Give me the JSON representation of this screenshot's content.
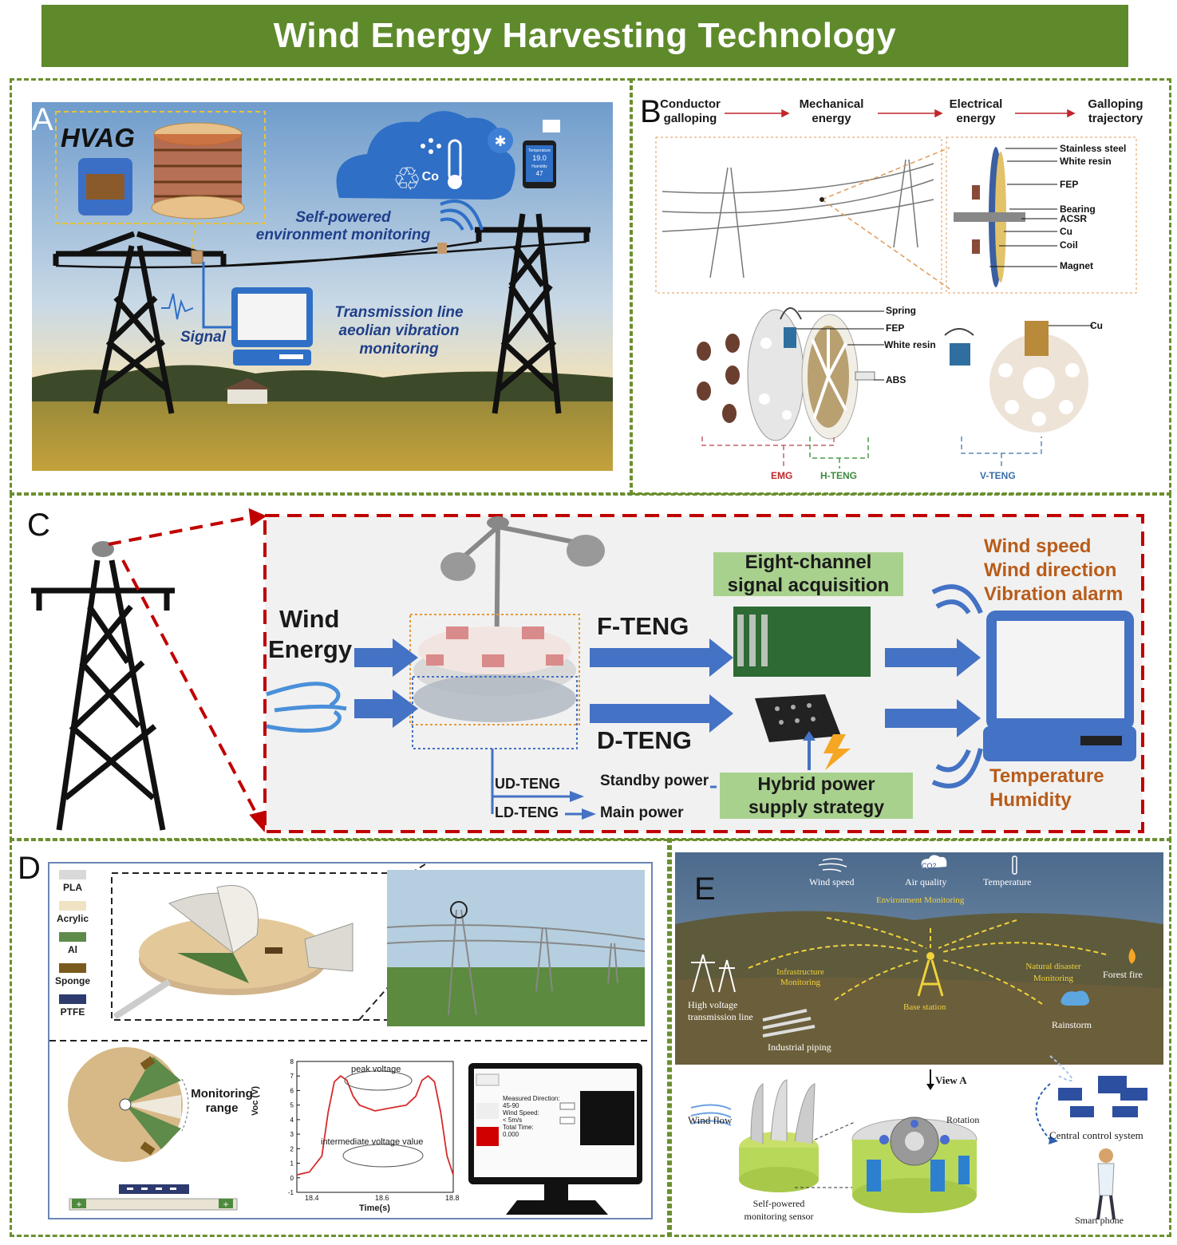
{
  "title": "Wind Energy Harvesting Technology",
  "panel_a": {
    "letter": "A",
    "hvag": "HVAG",
    "self_powered": "Self-powered",
    "environment_monitoring": "environment monitoring",
    "signal": "Signal",
    "transmission_line_1": "Transmission line",
    "transmission_line_2": "aeolian vibration",
    "transmission_line_3": "monitoring",
    "phone_line1": "Temperature",
    "phone_value": "19.0",
    "phone_line2": "Humidity",
    "phone_value2": "47",
    "co_label": "Co"
  },
  "panel_b": {
    "letter": "B",
    "flow": [
      "Conductor galloping",
      "Mechanical energy",
      "Electrical energy",
      "Galloping trajectory"
    ],
    "parts": [
      "Stainless steel",
      "White resin",
      "FEP",
      "Bearing",
      "ACSR",
      "Cu",
      "Coil",
      "Magnet"
    ],
    "lower_parts": [
      "Spring",
      "FEP",
      "White resin",
      "ABS"
    ],
    "cu": "Cu",
    "groups": [
      "EMG",
      "H-TENG",
      "V-TENG"
    ]
  },
  "panel_c": {
    "letter": "C",
    "wind": "Wind",
    "energy": "Energy",
    "f_teng": "F-TENG",
    "d_teng": "D-TENG",
    "eight_channel_1": "Eight-channel",
    "eight_channel_2": "signal acquisition",
    "outputs_top": [
      "Wind speed",
      "Wind direction",
      "Vibration alarm"
    ],
    "outputs_bottom": [
      "Temperature",
      "Humidity"
    ],
    "ud_teng": "UD-TENG",
    "standby": "Standby power",
    "ld_teng": "LD-TENG",
    "main": "Main power",
    "hybrid_1": "Hybrid power",
    "hybrid_2": "supply strategy"
  },
  "panel_d": {
    "letter": "D",
    "legend": [
      {
        "name": "PLA",
        "color": "#d9d9d9"
      },
      {
        "name": "Acrylic",
        "color": "#efe3c4"
      },
      {
        "name": "Al",
        "color": "#5e8a4a"
      },
      {
        "name": "Sponge",
        "color": "#7a5a1c"
      },
      {
        "name": "PTFE",
        "color": "#2d3a6e"
      }
    ],
    "monitoring_1": "Monitoring",
    "monitoring_2": "range",
    "peak_voltage": "peak voltage",
    "intermediate": "intermediate voltage value",
    "screen_lines": [
      "Measured Direction:",
      "45-90",
      "Wind Speed:",
      "< 5m/s",
      "Total Time:",
      "0.000"
    ]
  },
  "panel_e": {
    "letter": "E",
    "top_labels": [
      "Wind speed",
      "Air quality",
      "Temperature"
    ],
    "co2": "CO2",
    "env_monitoring": "Environment Monitoring",
    "infra_1": "Infrastructure",
    "infra_2": "Monitoring",
    "natural_1": "Natural disaster",
    "natural_2": "Monitoring",
    "forest_fire": "Forest fire",
    "high_voltage_1": "High voltage",
    "high_voltage_2": "transmission line",
    "base_station": "Base station",
    "rainstorm": "Rainstorm",
    "industrial": "Industrial piping",
    "view_a": "View A",
    "wind_flow": "Wind flow",
    "rotation": "Rotation",
    "central": "Central control system",
    "sensor_1": "Self-powered",
    "sensor_2": "monitoring sensor",
    "smart_phone": "Smart phone"
  },
  "chart_data": {
    "type": "line",
    "xlabel": "Time(s)",
    "ylabel": "Voc (V)",
    "xlim": [
      18.3,
      18.8
    ],
    "ylim": [
      -1,
      8
    ],
    "xticks": [
      "18.4",
      "18.6",
      "18.8"
    ],
    "yticks": [
      "-1",
      "0",
      "1",
      "2",
      "3",
      "4",
      "5",
      "6",
      "7",
      "8"
    ],
    "x": [
      18.3,
      18.34,
      18.38,
      18.4,
      18.42,
      18.44,
      18.46,
      18.48,
      18.5,
      18.55,
      18.6,
      18.65,
      18.68,
      18.7,
      18.72,
      18.74,
      18.76,
      18.78,
      18.8
    ],
    "values": [
      0.2,
      0.4,
      1.5,
      4.5,
      6.6,
      7.0,
      6.7,
      5.6,
      5.0,
      4.6,
      4.8,
      5.0,
      5.6,
      6.7,
      7.0,
      6.6,
      4.5,
      1.5,
      0.2
    ]
  },
  "colors": {
    "green": "#5f8a2c",
    "blue_arrow": "#4472c4",
    "red_dash": "#c00000",
    "orange_text": "#b85c1a",
    "box_green": "#a9d18e"
  }
}
